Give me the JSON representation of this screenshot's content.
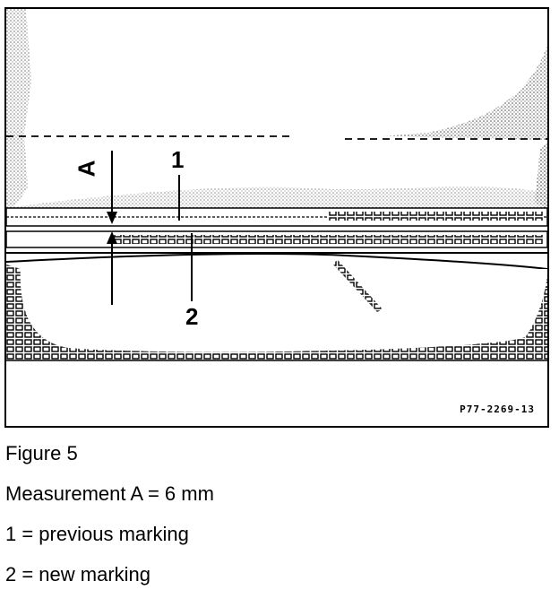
{
  "figure": {
    "callout_a": "A",
    "callout_1": "1",
    "callout_2": "2",
    "reference_code": "P77-2269-13"
  },
  "caption": {
    "title": "Figure 5",
    "measurement": "Measurement A = 6 mm",
    "legend_1": "1 = previous marking",
    "legend_2": "2 = new marking"
  }
}
